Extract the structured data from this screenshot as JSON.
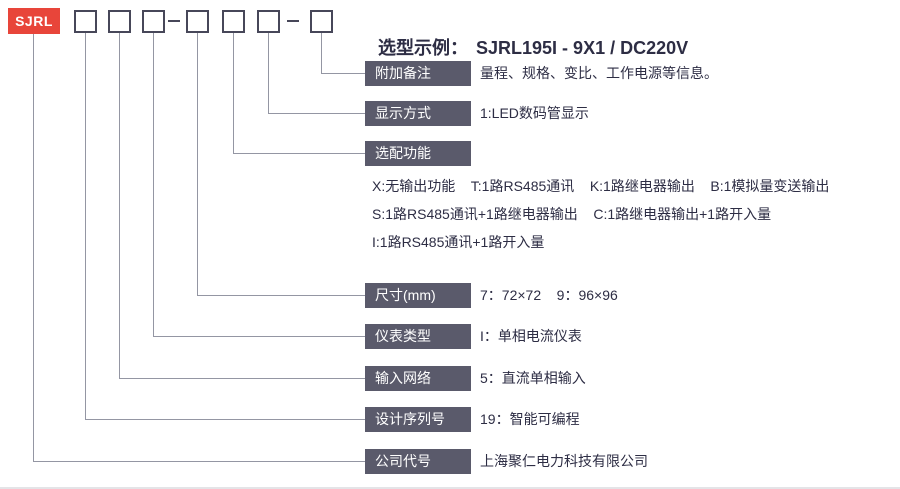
{
  "brand": "SJRL",
  "example": {
    "label": "选型示例：",
    "value": "SJRL195I - 9X1 / DC220V"
  },
  "fields": [
    {
      "label": "附加备注",
      "desc": "量程、规格、变比、工作电源等信息。"
    },
    {
      "label": "显示方式",
      "desc": "1:LED数码管显示"
    },
    {
      "label": "选配功能",
      "options": [
        "X:无输出功能    T:1路RS485通讯    K:1路继电器输出    B:1模拟量变送输出",
        "S:1路RS485通讯+1路继电器输出    C:1路继电器输出+1路开入量",
        "I:1路RS485通讯+1路开入量"
      ]
    },
    {
      "label": "尺寸(mm)",
      "desc": "7：72×72    9：96×96"
    },
    {
      "label": "仪表类型",
      "desc": "I：单相电流仪表"
    },
    {
      "label": "输入网络",
      "desc": "5：直流单相输入"
    },
    {
      "label": "设计序列号",
      "desc": "19：智能可编程"
    },
    {
      "label": "公司代号",
      "desc": "上海聚仁电力科技有限公司"
    }
  ],
  "colors": {
    "brand_red": "#e8453a",
    "label_bg": "#5a5a6b",
    "text_dark": "#2d2d44",
    "line_gray": "#9496a3"
  }
}
